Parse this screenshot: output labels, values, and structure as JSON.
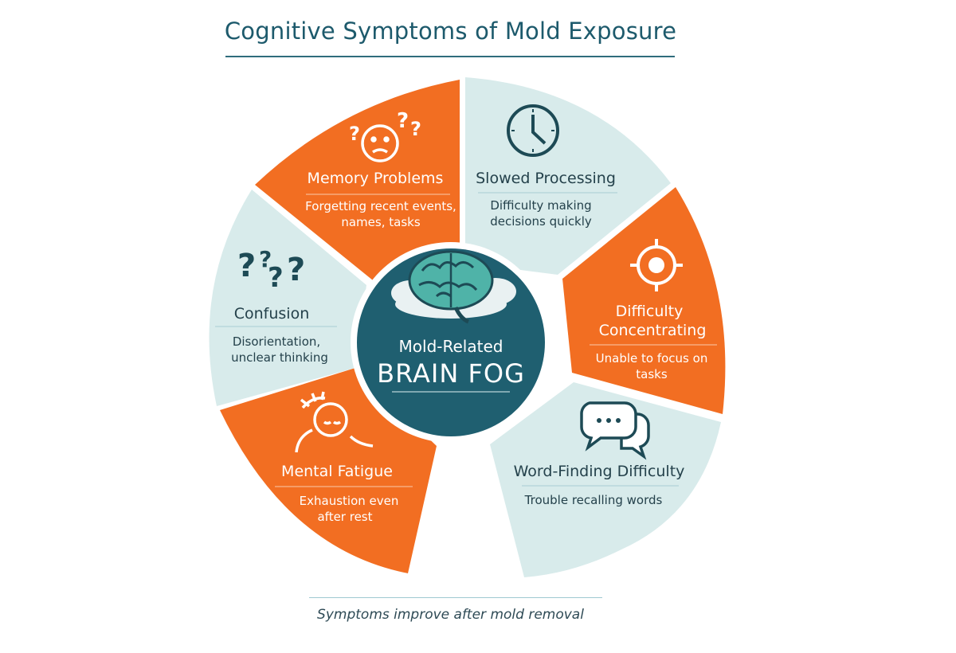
{
  "title": "Cognitive Symptoms of Mold Exposure",
  "center": {
    "line1": "Mold-Related",
    "line2": "BRAIN FOG",
    "icon": "brain-cloud-icon"
  },
  "segments": [
    {
      "name": "Memory Problems",
      "description_lines": [
        "Forgetting recent events,",
        "names, tasks"
      ],
      "icon": "confused-face-icon",
      "color": "#f26e22"
    },
    {
      "name": "Slowed Processing",
      "description_lines": [
        "Difficulty making",
        "decisions quickly"
      ],
      "icon": "clock-icon",
      "color": "#d8ebeb"
    },
    {
      "name_lines": [
        "Difficulty",
        "Concentrating"
      ],
      "description_lines": [
        "Unable to focus on",
        "tasks"
      ],
      "icon": "target-icon",
      "color": "#f26e22"
    },
    {
      "name": "Word-Finding Difficulty",
      "description_lines": [
        "Trouble recalling words"
      ],
      "icon": "speech-bubbles-icon",
      "color": "#d8ebeb"
    },
    {
      "name": "Mental Fatigue",
      "description_lines": [
        "Exhaustion even",
        "after rest"
      ],
      "icon": "tired-person-icon",
      "color": "#f26e22"
    },
    {
      "name": "Confusion",
      "description_lines": [
        "Disorientation,",
        "unclear thinking"
      ],
      "icon": "question-marks-icon",
      "color": "#d8ebeb"
    }
  ],
  "footer": "Symptoms improve after mold removal",
  "colors": {
    "orange": "#f26e22",
    "teal_light": "#d8ebeb",
    "center": "#1f5f70",
    "title": "#1d5a6c"
  }
}
